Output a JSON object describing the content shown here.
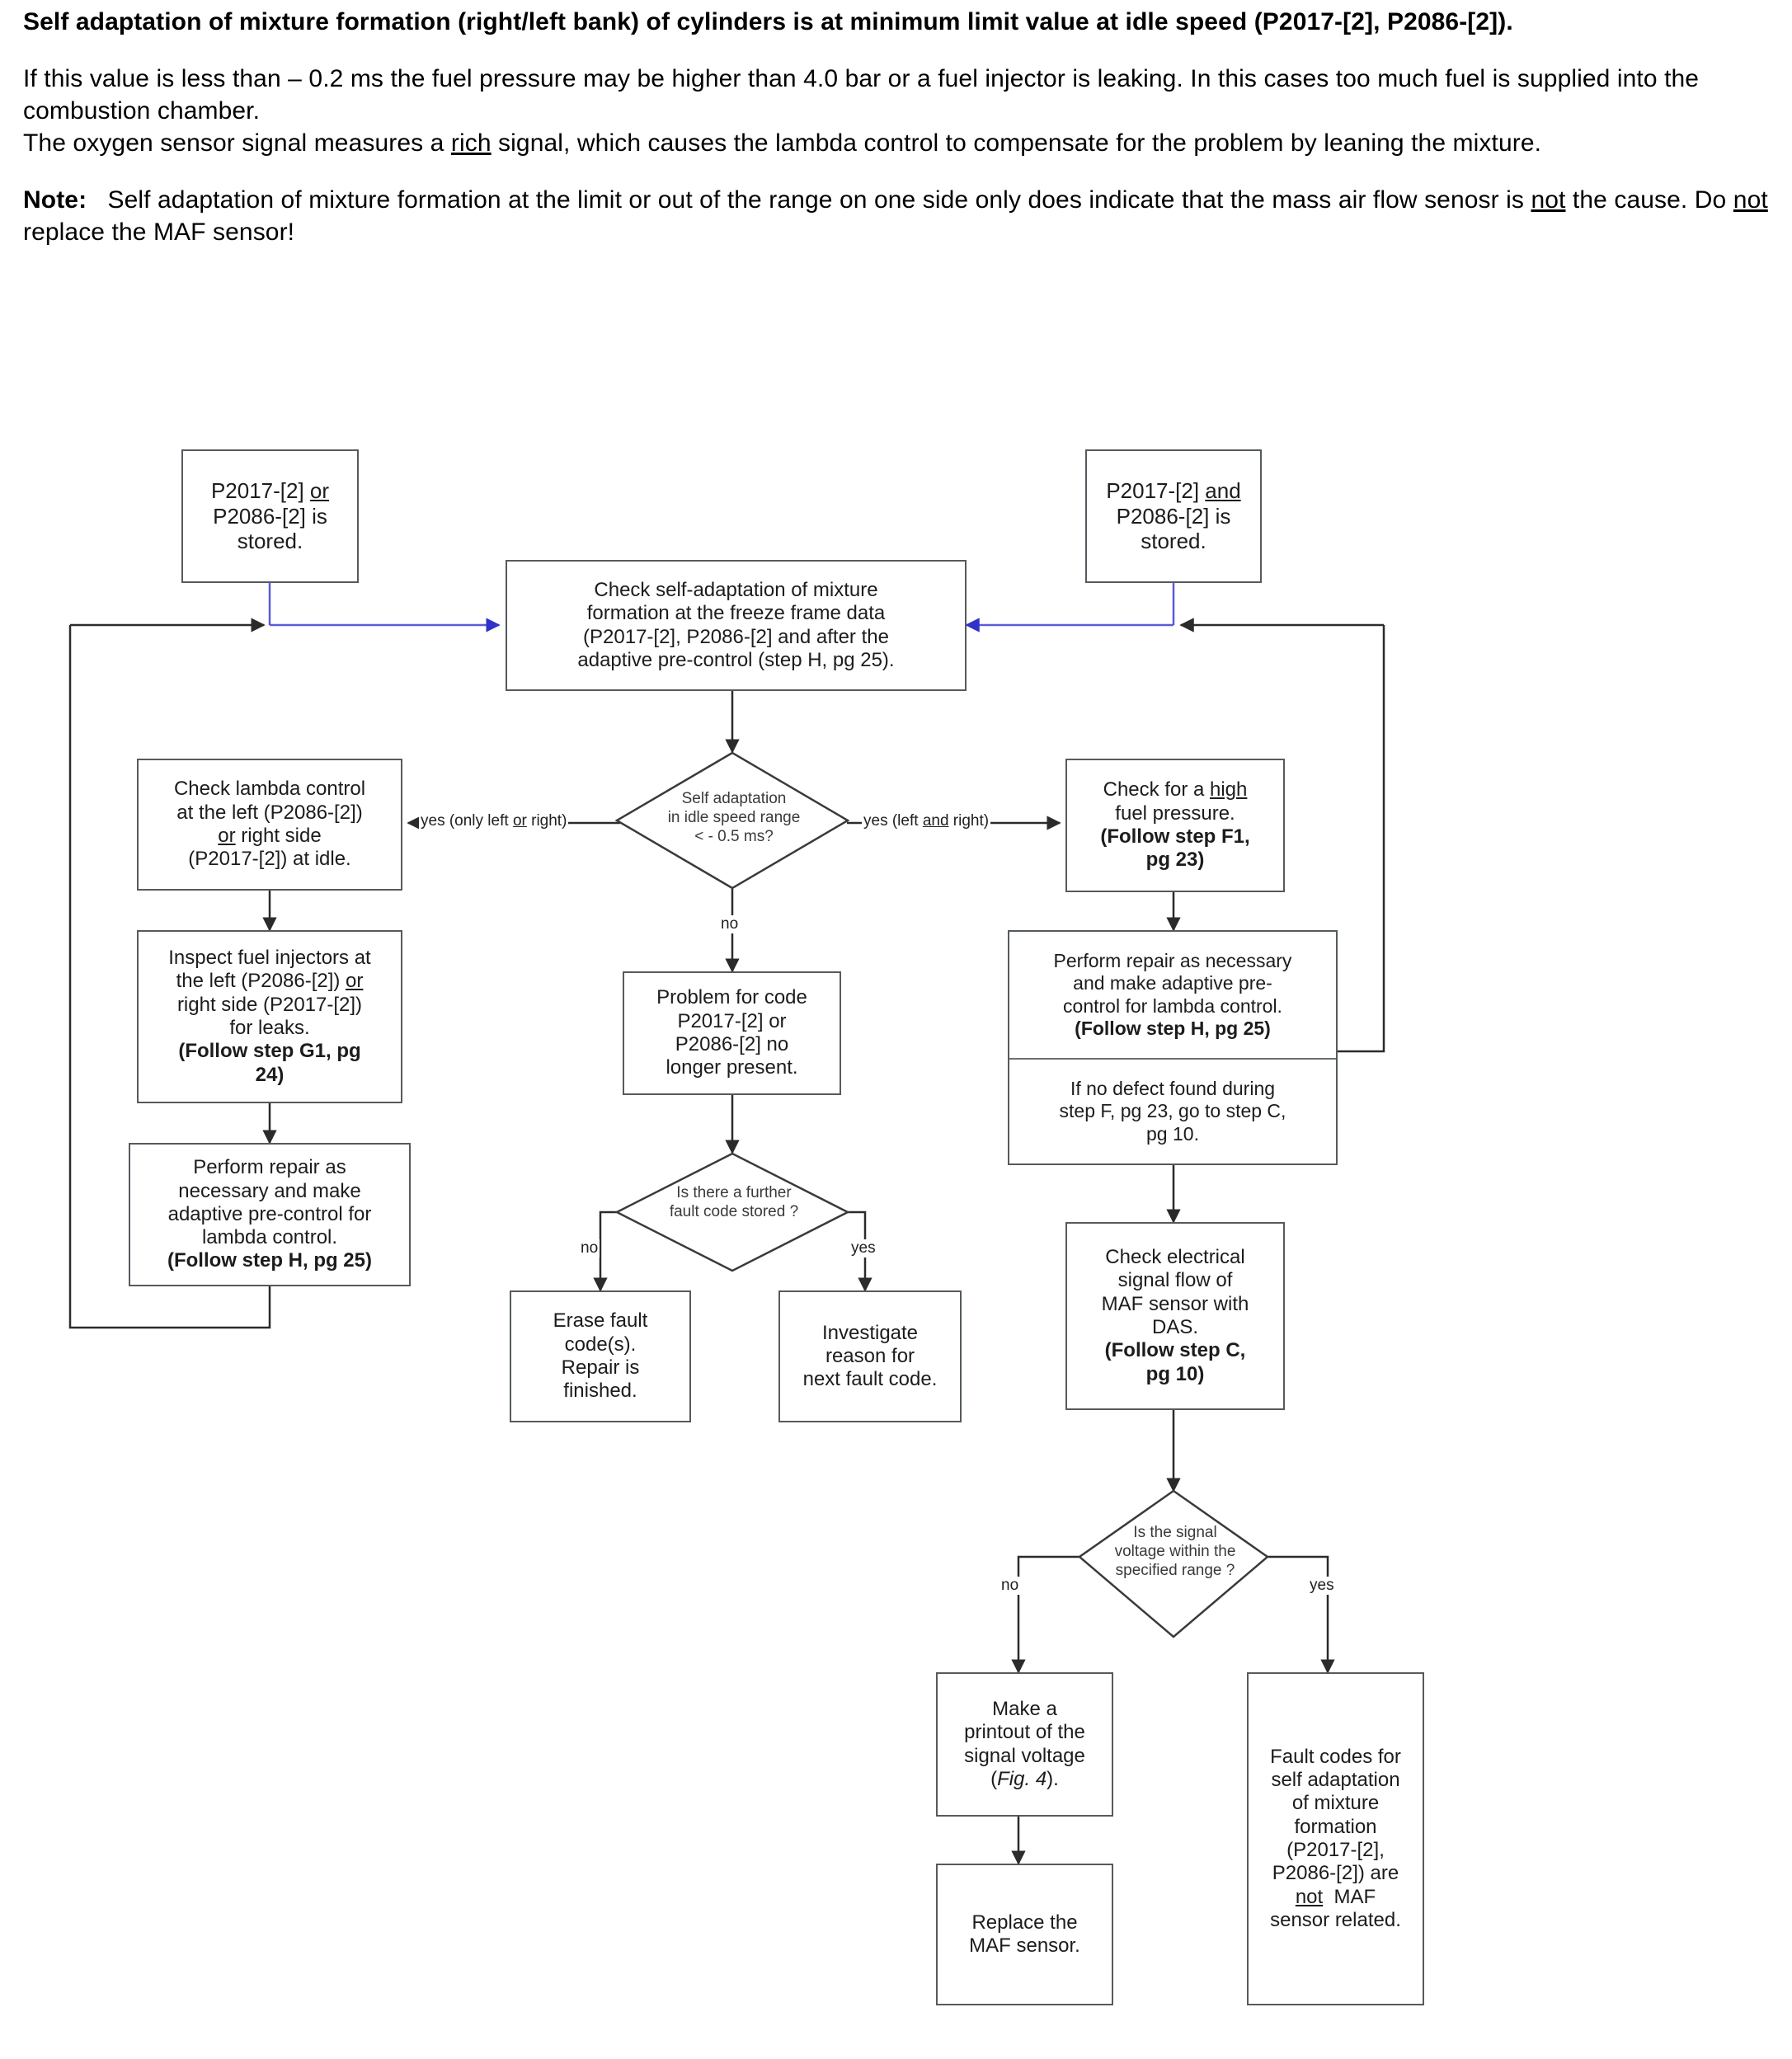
{
  "document": {
    "heading": "Self adaptation of mixture formation (right/left bank) of cylinders is at minimum limit value at idle speed (P2017-[2], P2086-[2]).",
    "paragraph_1": "If this value is less than – 0.2 ms the fuel pressure may be higher than 4.0 bar or a fuel injector is leaking. In this cases too much fuel is supplied into the combustion chamber.",
    "paragraph_2_pre": "The oxygen sensor signal measures a ",
    "paragraph_2_underlined": "rich",
    "paragraph_2_post": " signal, which causes the lambda control to compensate for the problem by leaning the mixture.",
    "note_label": "Note:",
    "note_part_1": "Self adaptation of mixture formation at the limit or out of the range on one side only does indicate that the mass air flow senosr is ",
    "note_underlined_1": "not",
    "note_part_2": " the cause. Do ",
    "note_underlined_2": "not",
    "note_part_3": " replace the  MAF sensor!"
  },
  "chart_data": {
    "type": "flowchart",
    "title": "Self adaptation of mixture formation diagnostic flow (P2017-[2] / P2086-[2])",
    "colors": {
      "node_border": "#555a5e",
      "connector_black": "#2b2b2b",
      "connector_blue": "#5b5bd6",
      "background": "#ffffff"
    },
    "nodes": [
      {
        "id": "start-left",
        "shape": "box",
        "lines": [
          "P2017-[2] or",
          "P2086-[2] is",
          "stored."
        ],
        "underlined": [
          "or"
        ]
      },
      {
        "id": "start-right",
        "shape": "box",
        "lines": [
          "P2017-[2] and",
          "P2086-[2] is",
          "stored."
        ],
        "underlined": [
          "and"
        ]
      },
      {
        "id": "check-self-adaptation",
        "shape": "box",
        "lines": [
          "Check self-adaptation of mixture",
          "formation at the freeze frame data",
          "(P2017-[2], P2086-[2] and after the",
          "adaptive pre-control (step H, pg 25)."
        ]
      },
      {
        "id": "decision-idle-range",
        "shape": "diamond",
        "lines": [
          "Self adaptation",
          "in idle speed range",
          "< - 0.5 ms?"
        ]
      },
      {
        "id": "check-lambda-control",
        "shape": "box",
        "lines": [
          "Check lambda control",
          "at the left (P2086-[2])",
          "or right side",
          "(P2017-[2]) at idle."
        ],
        "underlined": [
          "or"
        ]
      },
      {
        "id": "inspect-fuel-injectors",
        "shape": "box",
        "lines": [
          "Inspect fuel injectors at",
          "the left (P2086-[2]) or",
          "right side (P2017-[2])",
          "for leaks.",
          "(Follow step G1, pg",
          "24)"
        ],
        "underlined": [
          "or"
        ],
        "bold_lines": [
          "(Follow step G1, pg",
          "24)"
        ]
      },
      {
        "id": "perform-repair-left",
        "shape": "box",
        "lines": [
          "Perform repair as",
          "necessary and make",
          "adaptive pre-control for",
          "lambda control.",
          "(Follow step H, pg 25)"
        ],
        "bold_lines": [
          "(Follow step H, pg 25)"
        ]
      },
      {
        "id": "problem-no-longer-present",
        "shape": "box",
        "lines": [
          "Problem for code",
          "P2017-[2] or",
          "P2086-[2] no",
          "longer present."
        ]
      },
      {
        "id": "decision-further-fault-code",
        "shape": "diamond",
        "lines": [
          "Is there a further",
          "fault code stored ?"
        ]
      },
      {
        "id": "erase-fault-codes",
        "shape": "box",
        "lines": [
          "Erase fault",
          "code(s).",
          "Repair is",
          "finished."
        ]
      },
      {
        "id": "investigate-next-fault-code",
        "shape": "box",
        "lines": [
          "Investigate",
          "reason for",
          "next fault code."
        ]
      },
      {
        "id": "check-high-fuel-pressure",
        "shape": "box",
        "lines": [
          "Check for a high",
          "fuel pressure.",
          "(Follow step F1,",
          "pg 23)"
        ],
        "underlined": [
          "high"
        ],
        "bold_lines": [
          "(Follow step F1,",
          "pg 23)"
        ]
      },
      {
        "id": "perform-repair-right",
        "shape": "split-box",
        "segment_top": [
          "Perform repair as necessary",
          "and make adaptive pre-",
          "control for lambda control.",
          "(Follow step H, pg 25)"
        ],
        "segment_bottom": [
          "If no defect found during",
          "step F, pg 23, go to step C,",
          "pg 10."
        ],
        "bold_lines": [
          "(Follow step H, pg 25)"
        ]
      },
      {
        "id": "check-electrical-signal-flow",
        "shape": "box",
        "lines": [
          "Check electrical",
          "signal flow of",
          "MAF sensor with",
          "DAS.",
          "(Follow step C,",
          "pg 10)"
        ],
        "bold_lines": [
          "(Follow step C,",
          "pg 10)"
        ]
      },
      {
        "id": "decision-signal-voltage",
        "shape": "diamond",
        "lines": [
          "Is the signal",
          "voltage  within the",
          "specified range ?"
        ]
      },
      {
        "id": "make-printout",
        "shape": "box",
        "lines": [
          "Make a",
          "printout of the",
          "signal voltage",
          "(Fig. 4)."
        ],
        "italic": [
          "Fig. 4"
        ]
      },
      {
        "id": "replace-maf-sensor",
        "shape": "box",
        "lines": [
          "Replace the",
          "MAF sensor."
        ]
      },
      {
        "id": "fault-codes-not-maf",
        "shape": "box",
        "lines": [
          "Fault codes for",
          "self adaptation",
          "of mixture",
          "formation",
          "(P2017-[2],",
          "P2086-[2]) are",
          "not  MAF",
          "sensor related."
        ],
        "underlined": [
          "not"
        ]
      }
    ],
    "edge_labels": [
      {
        "id": "edge-yes-only-left-or-right",
        "text": "yes (only left or right)",
        "underlined": "or"
      },
      {
        "id": "edge-yes-left-and-right",
        "text": "yes (left and right)",
        "underlined": "and"
      },
      {
        "id": "edge-no-idle",
        "text": "no"
      },
      {
        "id": "edge-no-further",
        "text": "no"
      },
      {
        "id": "edge-yes-further",
        "text": "yes"
      },
      {
        "id": "edge-no-voltage",
        "text": "no"
      },
      {
        "id": "edge-yes-voltage",
        "text": "yes"
      }
    ]
  }
}
